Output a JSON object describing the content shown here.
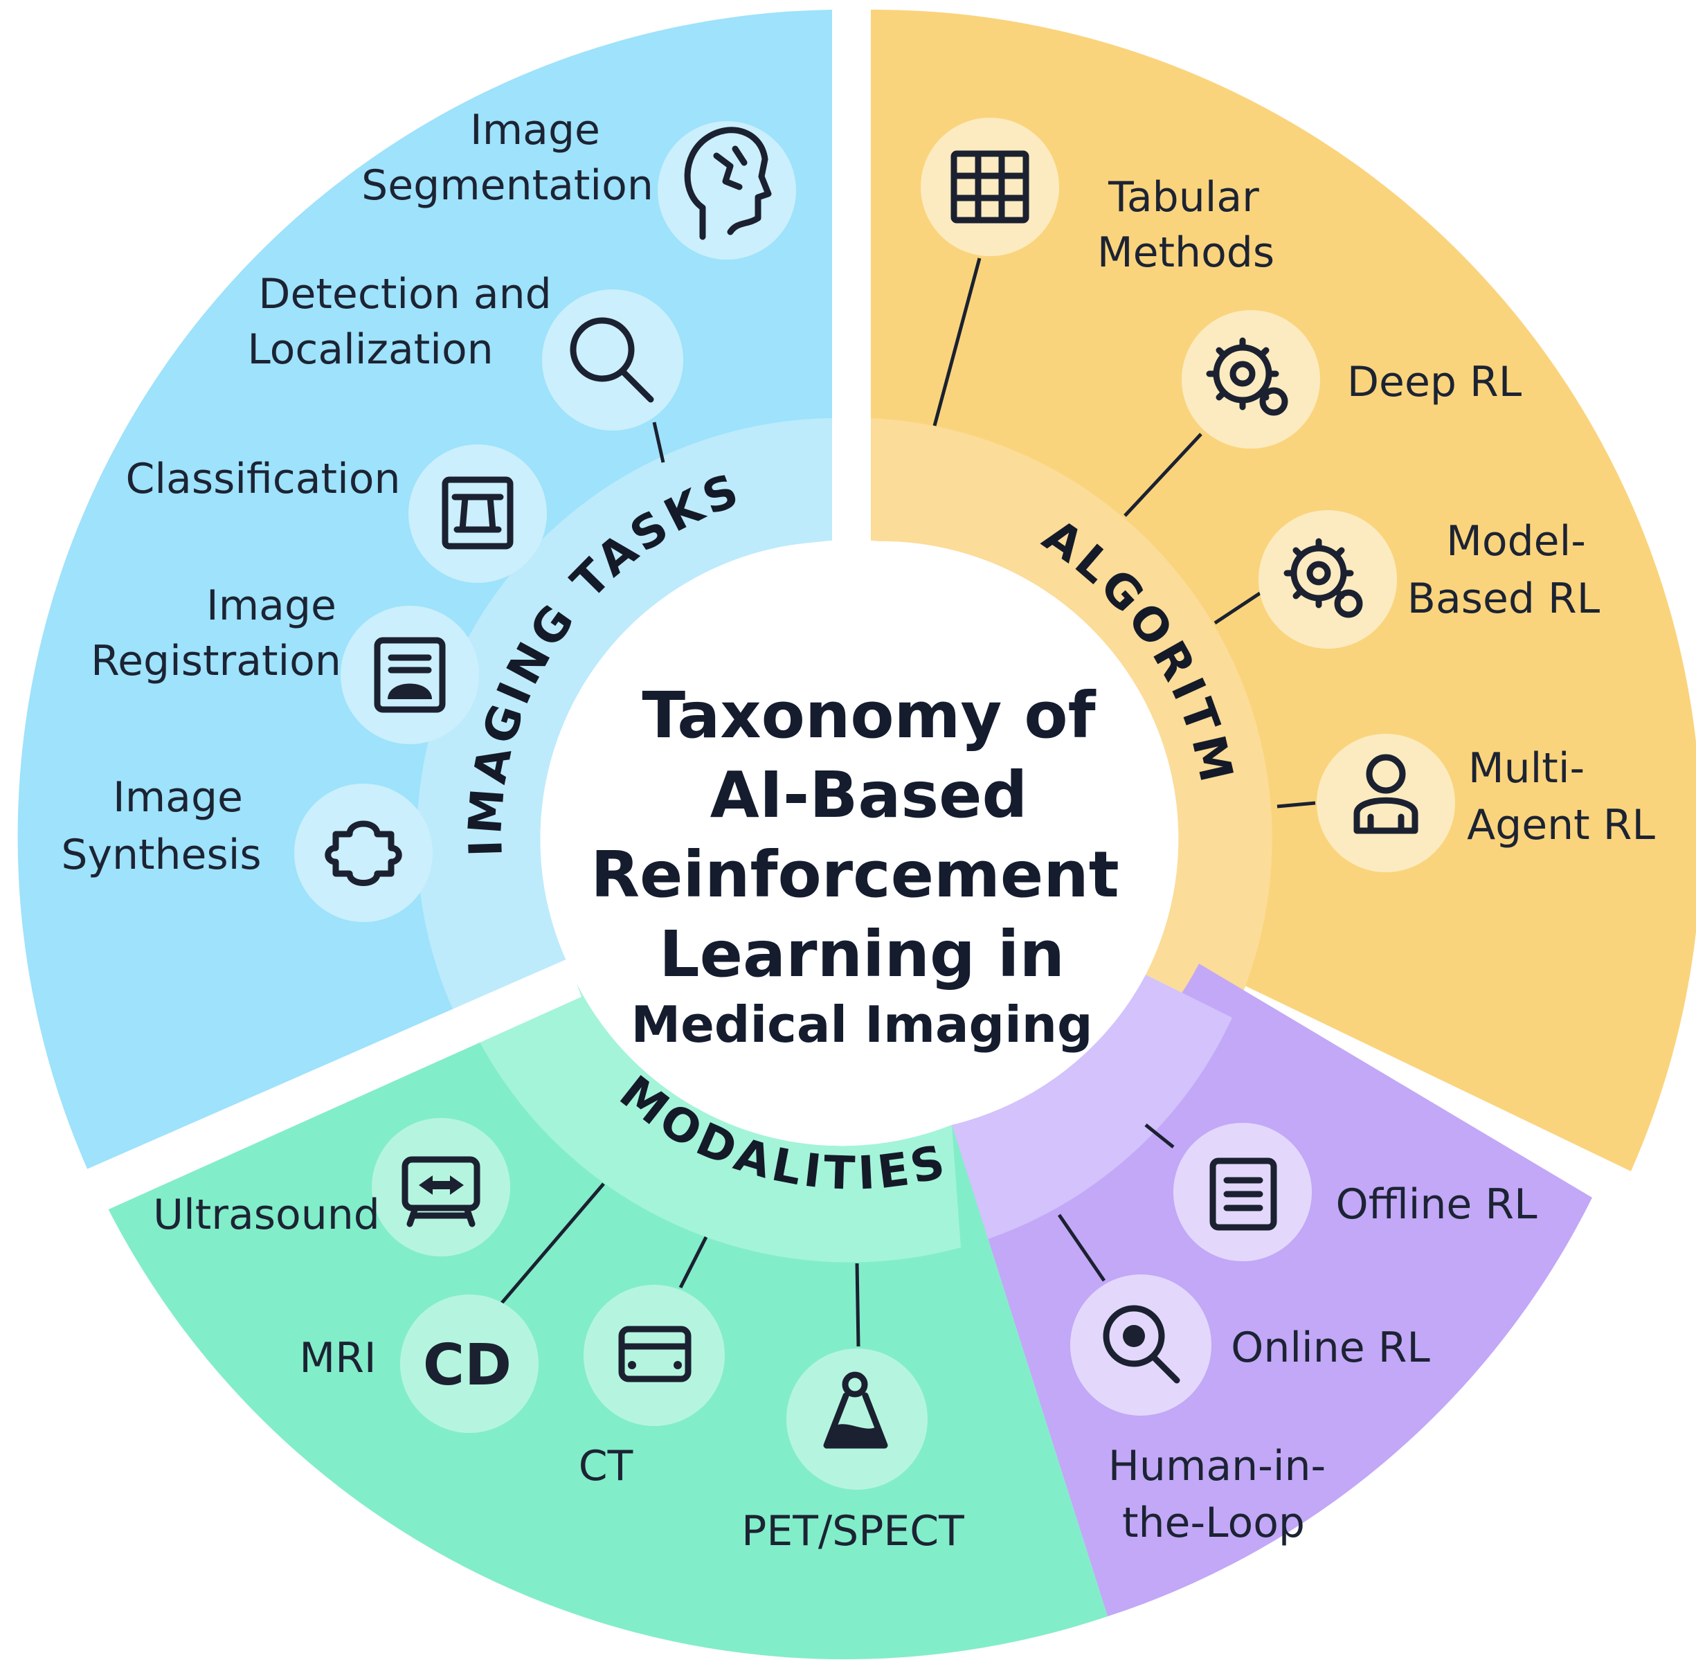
{
  "center": {
    "title_lines": [
      "Taxonomy of",
      "AI-Based",
      "Reinforcement",
      "Learning in"
    ],
    "subtitle": "Medical Imaging"
  },
  "imaging_tasks": {
    "ring_label": "IMAGING TASKS",
    "items": [
      {
        "lines": [
          "Image",
          "Segmentation"
        ],
        "icon": "head-brain-icon"
      },
      {
        "lines": [
          "Detection and",
          "Localization"
        ],
        "icon": "magnifier-icon"
      },
      {
        "lines": [
          "Classification"
        ],
        "icon": "monitor-icon"
      },
      {
        "lines": [
          "Image",
          "Registration"
        ],
        "icon": "image-frame-icon"
      },
      {
        "lines": [
          "Image",
          "Synthesis"
        ],
        "icon": "puzzle-icon"
      }
    ]
  },
  "algorithms": {
    "ring_label": "ALGORITMS",
    "items": [
      {
        "lines": [
          "Tabular",
          "Methods"
        ],
        "icon": "table-grid-icon"
      },
      {
        "lines": [
          "Deep RL"
        ],
        "icon": "gear-icon"
      },
      {
        "lines": [
          "Model-",
          "Based RL"
        ],
        "icon": "gear-icon"
      },
      {
        "lines": [
          "Multi-",
          "Agent RL"
        ],
        "icon": "person-icon"
      }
    ]
  },
  "modalities": {
    "ring_label": "MODALITIES",
    "items": [
      {
        "lines": [
          "Ultrasound"
        ],
        "icon": "ultrasound-monitor-icon"
      },
      {
        "lines": [
          "MRI"
        ],
        "icon": "mri-icon",
        "glyph": "CD"
      },
      {
        "lines": [
          "CT"
        ],
        "icon": "ct-card-icon"
      },
      {
        "lines": [
          "PET/SPECT"
        ],
        "icon": "pet-flask-icon"
      }
    ]
  },
  "learning_paradigms": {
    "items": [
      {
        "lines": [
          "Offline RL"
        ],
        "icon": "document-icon"
      },
      {
        "lines": [
          "Online RL"
        ],
        "icon": "search-eye-icon"
      },
      {
        "lines": [
          "Human-in-",
          "the-Loop"
        ]
      }
    ]
  },
  "colors": {
    "imaging_tasks": "#9ee2fb",
    "algorithms": "#fad47c",
    "modalities": "#82edc9",
    "learning_paradigms": "#c2a8f7",
    "text": "#1c2333"
  }
}
